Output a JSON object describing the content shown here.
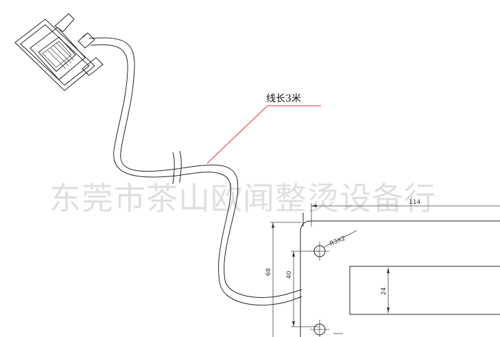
{
  "callout": {
    "label": "线长3米",
    "leader_color": "#e03030"
  },
  "watermark": {
    "text": "东莞市茶山欧闻整烫设备行"
  },
  "dimensions": {
    "width": "114",
    "height": "68",
    "hole_spacing": "40",
    "slot_height": "24",
    "hole_note": "R3X2"
  }
}
